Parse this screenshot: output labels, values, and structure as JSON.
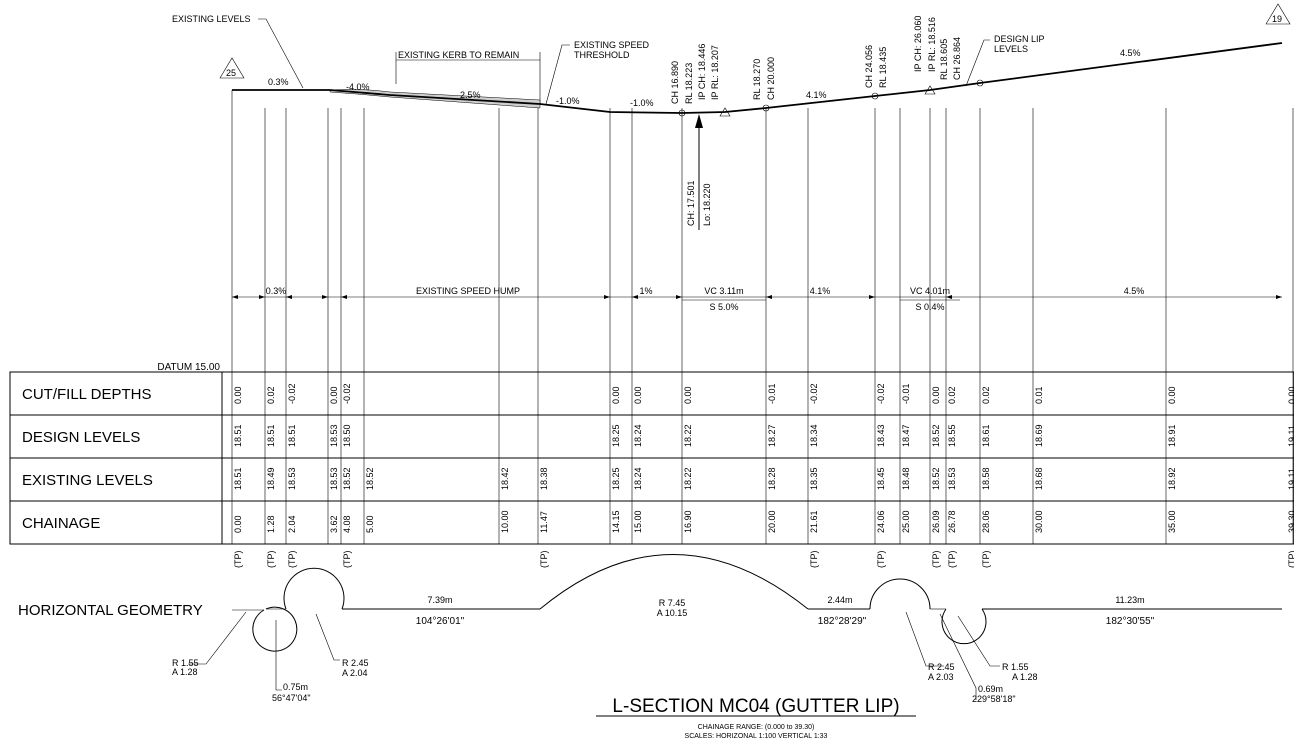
{
  "drawing": {
    "title": "L-SECTION MC04 (GUTTER LIP)",
    "chainage_range": "CHAINAGE RANGE: (0.000 to 39.30)",
    "scales": "SCALES: HORIZONAL 1:100 VERTICAL 1:33",
    "datum": "DATUM 15.00"
  },
  "markers": {
    "left": "25",
    "right": "19"
  },
  "callouts": {
    "existing_levels": "EXISTING LEVELS",
    "existing_kerb": "EXISTING KERB TO REMAIN",
    "speed_threshold_1": "EXISTING SPEED",
    "speed_threshold_2": "THRESHOLD",
    "design_lip_1": "DESIGN LIP",
    "design_lip_2": "LEVELS"
  },
  "profile_grades": [
    "0.3%",
    "-4.0%",
    "2.5%",
    "-1.0%",
    "-1.0%",
    "4.1%",
    "4.5%"
  ],
  "vertical_annotations": [
    "CH 16.890",
    "RL 18.223",
    "IP CH: 18.446",
    "IP RL: 18.207",
    "RL 18.270",
    "CH 20.000",
    "CH 24.056",
    "RL 18.435",
    "IP CH: 26.060",
    "IP RL: 18.516",
    "RL 18.605",
    "CH 26.864",
    "CH: 17.501",
    "Lo: 18.220"
  ],
  "grade_band": {
    "labels": [
      "0.3%",
      "EXISTING SPEED HUMP",
      "1%",
      "VC 3.11m",
      "S 5.0%",
      "4.1%",
      "VC 4.01m",
      "S 0.4%",
      "4.5%"
    ]
  },
  "table": {
    "row_labels": [
      "CUT/FILL DEPTHS",
      "DESIGN LEVELS",
      "EXISTING LEVELS",
      "CHAINAGE"
    ],
    "columns": [
      {
        "cut": "0.00",
        "design": "18.51",
        "exist": "18.51",
        "ch": "0.00",
        "tp": true
      },
      {
        "cut": "0.02",
        "design": "18.51",
        "exist": "18.49",
        "ch": "1.28",
        "tp": true
      },
      {
        "cut": "-0.02",
        "design": "18.51",
        "exist": "18.53",
        "ch": "2.04",
        "tp": true
      },
      {
        "cut": "0.00",
        "design": "18.53",
        "exist": "18.53",
        "ch": "3.62",
        "tp": false
      },
      {
        "cut": "-0.02",
        "design": "18.50",
        "exist": "18.52",
        "ch": "4.08",
        "tp": true
      },
      {
        "cut": "",
        "design": "",
        "exist": "18.52",
        "ch": "5.00",
        "tp": false
      },
      {
        "cut": "",
        "design": "",
        "exist": "18.42",
        "ch": "10.00",
        "tp": false
      },
      {
        "cut": "",
        "design": "",
        "exist": "18.38",
        "ch": "11.47",
        "tp": true
      },
      {
        "cut": "0.00",
        "design": "18.25",
        "exist": "18.25",
        "ch": "14.15",
        "tp": false
      },
      {
        "cut": "0.00",
        "design": "18.24",
        "exist": "18.24",
        "ch": "15.00",
        "tp": false
      },
      {
        "cut": "0.00",
        "design": "18.22",
        "exist": "18.22",
        "ch": "16.90",
        "tp": false
      },
      {
        "cut": "-0.01",
        "design": "18.27",
        "exist": "18.28",
        "ch": "20.00",
        "tp": false
      },
      {
        "cut": "-0.02",
        "design": "18.34",
        "exist": "18.35",
        "ch": "21.61",
        "tp": true
      },
      {
        "cut": "-0.02",
        "design": "18.43",
        "exist": "18.45",
        "ch": "24.06",
        "tp": true
      },
      {
        "cut": "-0.01",
        "design": "18.47",
        "exist": "18.48",
        "ch": "25.00",
        "tp": false
      },
      {
        "cut": "0.00",
        "design": "18.52",
        "exist": "18.52",
        "ch": "26.09",
        "tp": true
      },
      {
        "cut": "0.02",
        "design": "18.55",
        "exist": "18.53",
        "ch": "26.78",
        "tp": true
      },
      {
        "cut": "0.02",
        "design": "18.61",
        "exist": "18.58",
        "ch": "28.06",
        "tp": true
      },
      {
        "cut": "0.01",
        "design": "18.69",
        "exist": "18.68",
        "ch": "30.00",
        "tp": false
      },
      {
        "cut": "0.00",
        "design": "18.91",
        "exist": "18.92",
        "ch": "35.00",
        "tp": false
      },
      {
        "cut": "0.00",
        "design": "19.11",
        "exist": "19.11",
        "ch": "39.30",
        "tp": true
      }
    ]
  },
  "tp_label": "(TP)",
  "horizontal_geometry": {
    "label": "HORIZONTAL GEOMETRY",
    "notes": {
      "r1": "R 1.55",
      "a1": "A 1.28",
      "t1": "0.75m",
      "b1": "56°47'04\"",
      "r2": "R 2.45",
      "a2": "A 2.04",
      "s1": "7.39m",
      "b2": "104°26'01\"",
      "r3": "R 7.45",
      "a3": "A 10.15",
      "s2": "2.44m",
      "b3": "182°28'29\"",
      "r4": "R 2.45",
      "a4": "A 2.03",
      "t2": "0.69m",
      "b4": "229°58'18\"",
      "r5": "R 1.55",
      "a5": "A 1.28",
      "s3": "11.23m",
      "b5": "182°30'55\""
    }
  }
}
